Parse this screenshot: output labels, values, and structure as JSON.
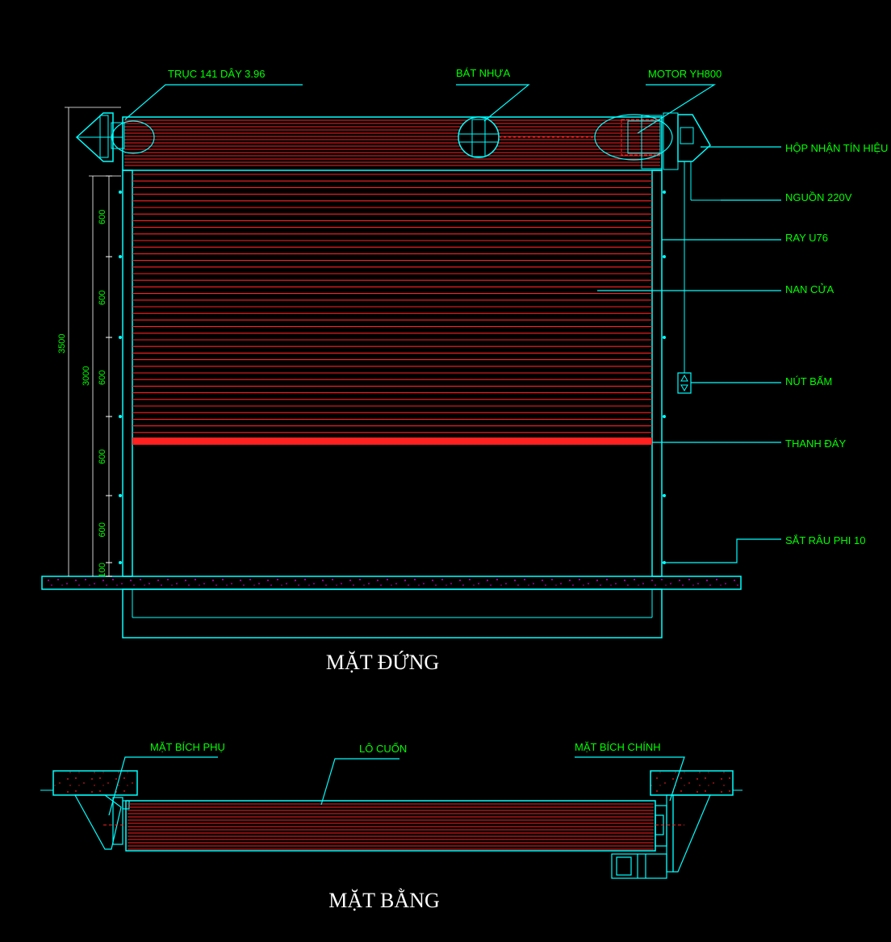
{
  "elevation": {
    "title": "MẶT ĐỨNG",
    "labels": {
      "shaft": "TRỤC 141 DÂY 3.96",
      "plastic_clamp": "BÁT NHỰA",
      "motor": "MOTOR YH800",
      "receiver_box": "HỘP NHẬN TÍN HIỆU",
      "power": "NGUỒN 220V",
      "rail": "RAY U76",
      "slats": "NAN CỬA",
      "button": "NÚT BẤM",
      "bottom_bar": "THANH ĐÁY",
      "anchor_bar": "SẮT RÂU PHI 10"
    },
    "dimensions": {
      "total_height": "3500",
      "opening_height": "3000",
      "segments": [
        "600",
        "600",
        "600",
        "600",
        "600",
        "100"
      ]
    }
  },
  "plan": {
    "title": "MẶT BẰNG",
    "labels": {
      "aux_flange": "MẶT BÍCH PHỤ",
      "roller": "LÔ CUỐN",
      "main_flange": "MẶT BÍCH CHÍNH"
    }
  },
  "colors": {
    "background": "#000000",
    "outline": "#00ffff",
    "slat": "#ff2020",
    "text": "#00ff00",
    "title": "#ffffff",
    "floor_speckle": "#ff00ff",
    "dimension_line": "#ffffff"
  }
}
